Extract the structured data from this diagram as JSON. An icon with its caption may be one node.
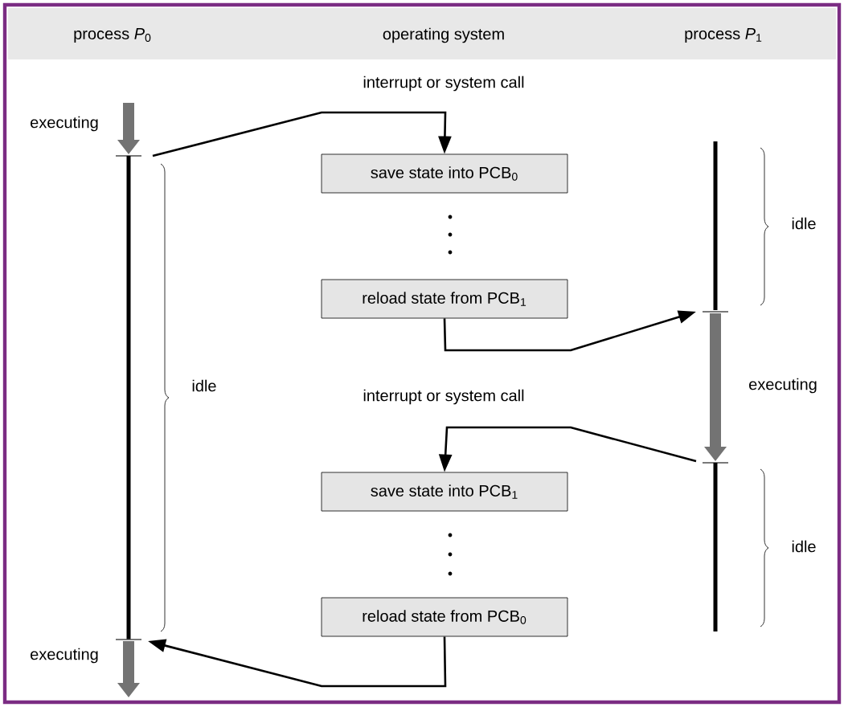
{
  "diagram": {
    "nodes": [
      {
        "text": [
          "save state into PCB$_{0}$"
        ]
      },
      {
        "text": [
          "reload state from PCB$_{1}$"
        ]
      },
      {
        "text": [
          "save state into PCB$_{1}$"
        ]
      },
      {
        "text": [
          "reload state from PCB$_{0}$"
        ]
      }
    ],
    "edges": [
      {
        "from": null,
        "to": 0,
        "arrow": "to",
        "label": "interrupt or system call"
      },
      {
        "from": 1,
        "to": null,
        "arrow": "to"
      },
      {
        "from": null,
        "to": 2,
        "arrow": "to",
        "label": "interrupt or system call"
      },
      {
        "from": 3,
        "to": null,
        "arrow": "to"
      }
    ],
    "labels": [
      "process *P*$_{0}$",
      "operating system",
      "process *P*$_{1}$",
      "executing",
      "idle",
      "idle",
      "executing",
      "idle",
      "executing"
    ]
  }
}
